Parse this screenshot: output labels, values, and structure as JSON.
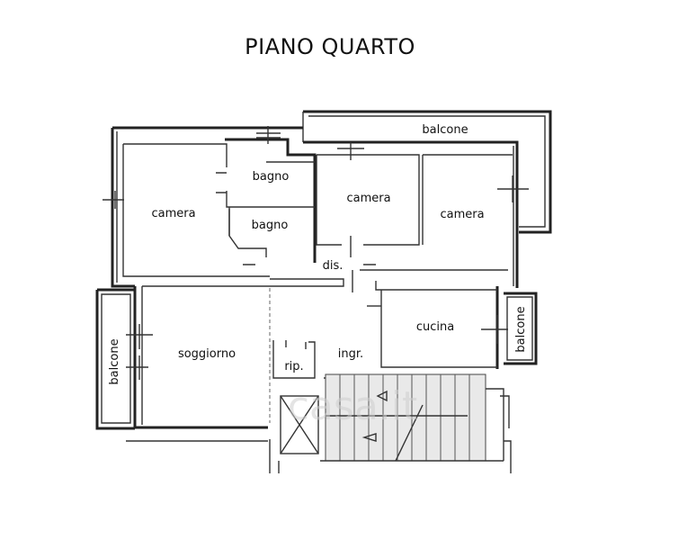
{
  "title": "PIANO QUARTO",
  "rooms": {
    "balcone_top": "balcone",
    "camera_left": "camera",
    "bagno_top": "bagno",
    "bagno_bottom": "bagno",
    "camera_center": "camera",
    "camera_right": "camera",
    "dis": "dis.",
    "soggiorno": "soggiorno",
    "rip": "rip.",
    "ingr": "ingr.",
    "cucina": "cucina",
    "balcone_left": "balcone",
    "balcone_right": "balcone"
  },
  "watermark": "casa.it"
}
